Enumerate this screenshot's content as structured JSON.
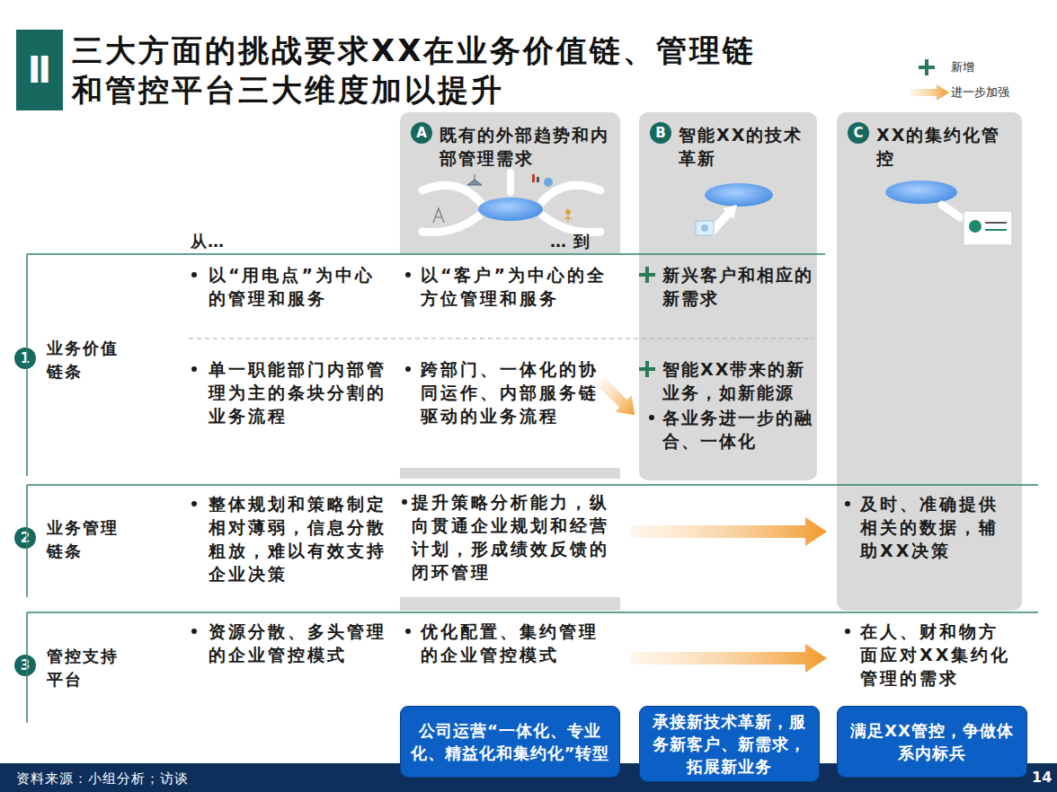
{
  "diagram": {
    "title": "三大方面的挑战要求XX在业务价值链、管理链和管控平台三大维度加以提升",
    "nodes": [
      {
        "text": [
          "既有的外部趋势和内部管理需求"
        ]
      },
      {
        "text": [
          "A"
        ],
        "in": 0
      },
      {
        "text": [
          "智能XX的技术革新"
        ]
      },
      {
        "text": [
          "B"
        ],
        "in": 2
      },
      {
        "text": [
          "XX的集约化管控"
        ]
      },
      {
        "text": [
          "C"
        ],
        "in": 4
      },
      {
        "text": [
          "1"
        ]
      },
      {
        "text": [
          "2"
        ]
      },
      {
        "text": [
          "3"
        ]
      },
      {
        "text": [
          "公司运营“一体化、专业化、精益化和集约化”转型"
        ]
      },
      {
        "text": [
          "承接新技术革新，服务新客户、新需求，拓展新业务"
        ]
      },
      {
        "text": [
          "满足XX管控，争做体系内标兵"
        ]
      }
    ],
    "labels": [
      "Ⅱ",
      "从…",
      "… 到",
      "业务价值链条",
      "以“用电点”为中心的管理和服务",
      "以“客户”为中心的全方位管理和服务",
      "新兴客户和相应的新需求",
      "单一职能部门内部管理为主的条块分割的业务流程",
      "跨部门、一体化的协同运作、内部服务链驱动的业务流程",
      "智能XX带来的新业务，如新能源",
      "各业务进一步的融合、一体化",
      "业务管理链条",
      "整体规划和策略制定相对薄弱，信息分散粗放，难以有效支持企业决策",
      "提升策略分析能力，纵向贯通企业规划和经营计划，形成绩效反馈的闭环管理",
      "及时、准确提供相关的数据，辅助XX决策",
      "管控支持平台",
      "资源分散、多头管理的企业管控模式",
      "优化配置、集约管理的企业管控模式",
      "在人、财和物方面应对XX集约化管理的需求",
      "资料来源：小组分析；访谈",
      "14"
    ],
    "legend": [
      {
        "text": "新增"
      },
      {
        "text": "进一步加强"
      }
    ]
  }
}
